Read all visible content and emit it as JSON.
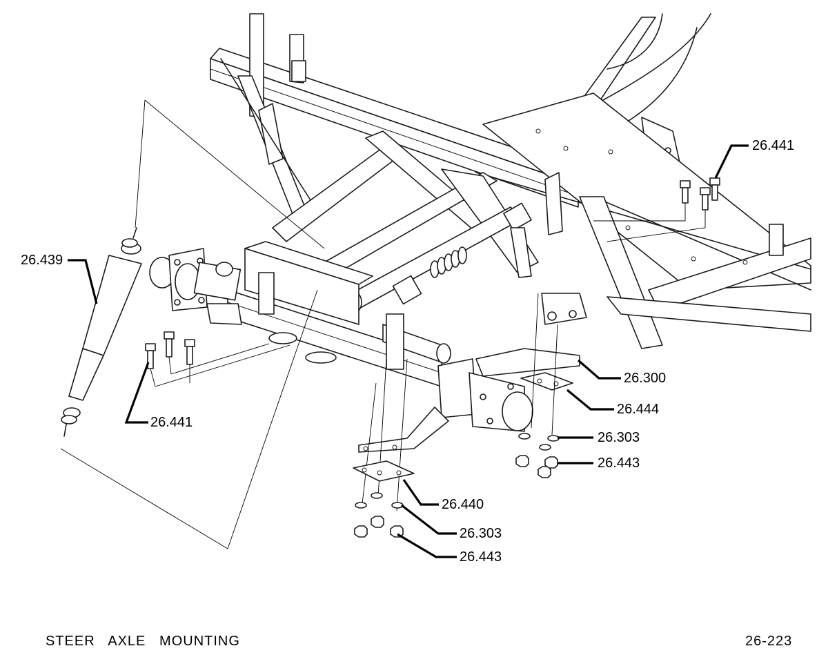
{
  "diagram": {
    "footer_title": "STEER   AXLE   MOUNTING",
    "page_number": "26-223",
    "callouts": [
      {
        "id": "c1",
        "text": "26.441"
      },
      {
        "id": "c2",
        "text": "26.439"
      },
      {
        "id": "c3",
        "text": "26.441"
      },
      {
        "id": "c4",
        "text": "26.300"
      },
      {
        "id": "c5",
        "text": "26.444"
      },
      {
        "id": "c6",
        "text": "26.303"
      },
      {
        "id": "c7",
        "text": "26.443"
      },
      {
        "id": "c8",
        "text": "26.440"
      },
      {
        "id": "c9",
        "text": "26.303"
      },
      {
        "id": "c10",
        "text": "26.443"
      }
    ]
  }
}
